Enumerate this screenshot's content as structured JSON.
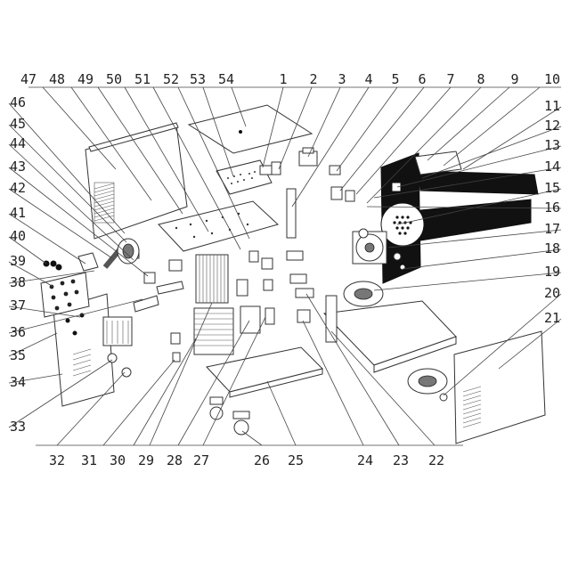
{
  "top_labels": [
    "47",
    "48",
    "49",
    "50",
    "51",
    "52",
    "53",
    "54",
    "1",
    "2",
    "3",
    "4",
    "5",
    "6",
    "7",
    "8",
    "9",
    "10"
  ],
  "left_labels": [
    "46",
    "45",
    "44",
    "43",
    "42",
    "41",
    "40",
    "39",
    "38",
    "37",
    "36",
    "35",
    "34",
    "33"
  ],
  "right_labels": [
    "11",
    "12",
    "13",
    "14",
    "15",
    "16",
    "17",
    "18",
    "19",
    "20",
    "21"
  ],
  "bottom_labels": [
    "32",
    "31",
    "30",
    "29",
    "28",
    "27",
    "26",
    "25",
    "24",
    "23",
    "22"
  ]
}
